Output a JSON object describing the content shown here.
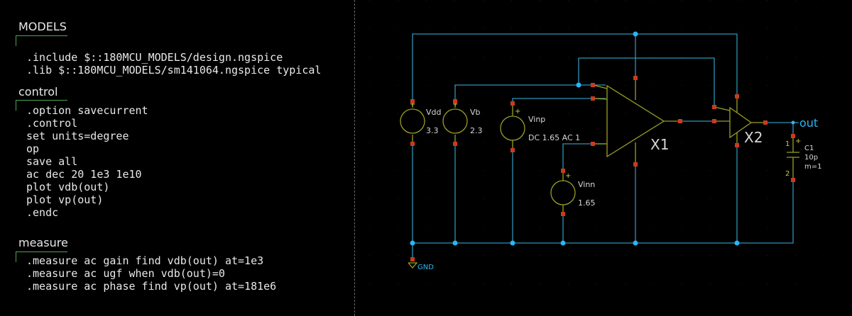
{
  "netlist": {
    "sections": [
      {
        "title": "MODELS",
        "lines": [
          ".include $::180MCU_MODELS/design.ngspice",
          ".lib $::180MCU_MODELS/sm141064.ngspice typical"
        ]
      },
      {
        "title": "control",
        "lines": [
          ".option savecurrent",
          ".control",
          "set units=degree",
          "op",
          "save all",
          "ac dec 20 1e3 1e10",
          "plot vdb(out)",
          "plot vp(out)",
          ".endc"
        ]
      },
      {
        "title": "measure",
        "lines": [
          ".measure ac gain find vdb(out) at=1e3",
          ".measure ac ugf when vdb(out)=0",
          ".measure ac phase find vp(out) at=181e6"
        ]
      }
    ]
  },
  "schematic": {
    "sources": [
      {
        "name": "Vdd",
        "value": "3.3"
      },
      {
        "name": "Vb",
        "value": "2.3"
      },
      {
        "name": "Vinp",
        "value": "DC 1.65 AC 1"
      },
      {
        "name": "Vinn",
        "value": "1.65"
      }
    ],
    "opamp_label": "X1",
    "buffer_label": "X2",
    "capacitor": {
      "name": "C1",
      "value": "10p",
      "mult": "m=1",
      "pin1": "1",
      "pin2": "2"
    },
    "output_net": "out",
    "ground_label": "GND",
    "colors": {
      "wire": "#2f93b5",
      "symbol": "#99a023",
      "pin": "#cc3a1d",
      "node": "#29b6f6",
      "label": "#d6d6d6"
    }
  }
}
